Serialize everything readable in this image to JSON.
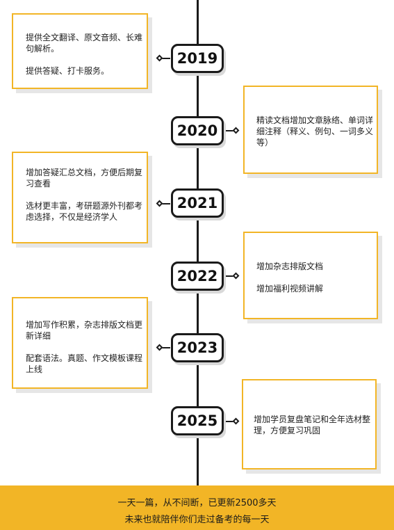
{
  "timeline": [
    {
      "year": "2019",
      "lines": [
        "提供全文翻译、原文音频、长难句解析。",
        "提供答疑、打卡服务。"
      ]
    },
    {
      "year": "2020",
      "lines": [
        "精读文档增加文章脉络、单词详细注释（释义、例句、一词多义等）"
      ]
    },
    {
      "year": "2021",
      "lines": [
        "增加答疑汇总文档，方便后期复习查看",
        "选材更丰富，考研题源外刊都考虑选择，不仅是经济学人"
      ]
    },
    {
      "year": "2022",
      "lines": [
        "增加杂志排版文档",
        "增加福利视频讲解"
      ]
    },
    {
      "year": "2023",
      "lines": [
        "增加写作积累，杂志排版文档更新详细",
        "配套语法。真题、作文模板课程上线"
      ]
    },
    {
      "year": "2025",
      "lines": [
        "增加学员复盘笔记和全年选材整理，方便复习巩固"
      ]
    }
  ],
  "footer": {
    "line1": "一天一篇，从不间断，已更新2500多天",
    "line2": "未来也就陪伴你们走过备考的每一天"
  },
  "colors": {
    "accent": "#F2B526",
    "line": "#1a1a1a"
  }
}
